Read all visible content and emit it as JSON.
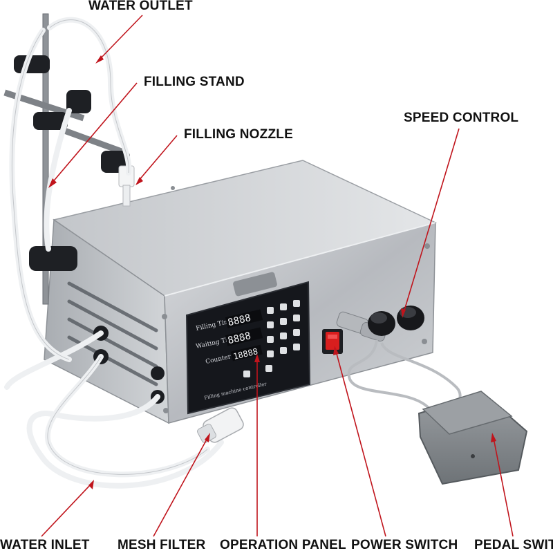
{
  "labels": {
    "water_outlet": "WATER OUTLET",
    "filling_stand": "FILLING STAND",
    "filling_nozzle": "FILLING NOZZLE",
    "speed_control": "SPEED CONTROL",
    "water_inlet": "WATER INLET",
    "mesh_filter": "MESH FILTER",
    "operation_panel": "OPERATION PANEL",
    "power_switch": "POWER SWITCH",
    "pedal_switch": "PEDAL SWITCH"
  },
  "panel": {
    "filling_time_label": "Filling Time",
    "waiting_time_label": "Waiting Time",
    "counter_label": "Counter",
    "footer_label": "Filling machine controller"
  },
  "colors": {
    "arrow": "#c0141c",
    "switch": "#d81e1e",
    "panel": "#15171c",
    "body": "#c9cbcf",
    "tube": "#eef0f2",
    "pedal": "#7f8488"
  }
}
